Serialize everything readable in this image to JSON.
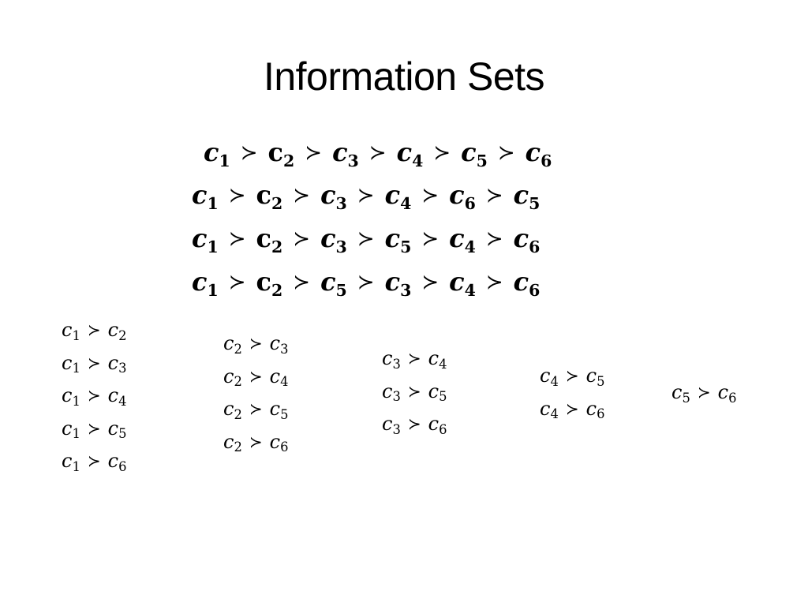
{
  "slide": {
    "title": "Information Sets",
    "succ_symbol": "≻",
    "orderings": [
      {
        "terms": [
          {
            "base": "c",
            "sub": "1"
          },
          {
            "base": "c",
            "sub": "2"
          },
          {
            "base": "c",
            "sub": "3"
          },
          {
            "base": "c",
            "sub": "4"
          },
          {
            "base": "c",
            "sub": "5"
          },
          {
            "base": "c",
            "sub": "6"
          }
        ]
      },
      {
        "terms": [
          {
            "base": "c",
            "sub": "1"
          },
          {
            "base": "c",
            "sub": "2"
          },
          {
            "base": "c",
            "sub": "3"
          },
          {
            "base": "c",
            "sub": "4"
          },
          {
            "base": "c",
            "sub": "6"
          },
          {
            "base": "c",
            "sub": "5"
          }
        ]
      },
      {
        "terms": [
          {
            "base": "c",
            "sub": "1"
          },
          {
            "base": "c",
            "sub": "2"
          },
          {
            "base": "c",
            "sub": "3"
          },
          {
            "base": "c",
            "sub": "5"
          },
          {
            "base": "c",
            "sub": "4"
          },
          {
            "base": "c",
            "sub": "6"
          }
        ]
      },
      {
        "terms": [
          {
            "base": "c",
            "sub": "1"
          },
          {
            "base": "c",
            "sub": "2"
          },
          {
            "base": "c",
            "sub": "5"
          },
          {
            "base": "c",
            "sub": "3"
          },
          {
            "base": "c",
            "sub": "4"
          },
          {
            "base": "c",
            "sub": "6"
          }
        ]
      }
    ],
    "pair_groups": [
      {
        "pairs": [
          {
            "a": "1",
            "b": "2"
          },
          {
            "a": "1",
            "b": "3"
          },
          {
            "a": "1",
            "b": "4"
          },
          {
            "a": "1",
            "b": "5"
          },
          {
            "a": "1",
            "b": "6"
          }
        ]
      },
      {
        "pairs": [
          {
            "a": "2",
            "b": "3"
          },
          {
            "a": "2",
            "b": "4"
          },
          {
            "a": "2",
            "b": "5"
          },
          {
            "a": "2",
            "b": "6"
          }
        ]
      },
      {
        "pairs": [
          {
            "a": "3",
            "b": "4"
          },
          {
            "a": "3",
            "b": "5"
          },
          {
            "a": "3",
            "b": "6"
          }
        ]
      },
      {
        "pairs": [
          {
            "a": "4",
            "b": "5"
          },
          {
            "a": "4",
            "b": "6"
          }
        ]
      },
      {
        "pairs": [
          {
            "a": "5",
            "b": "6"
          }
        ]
      }
    ]
  }
}
